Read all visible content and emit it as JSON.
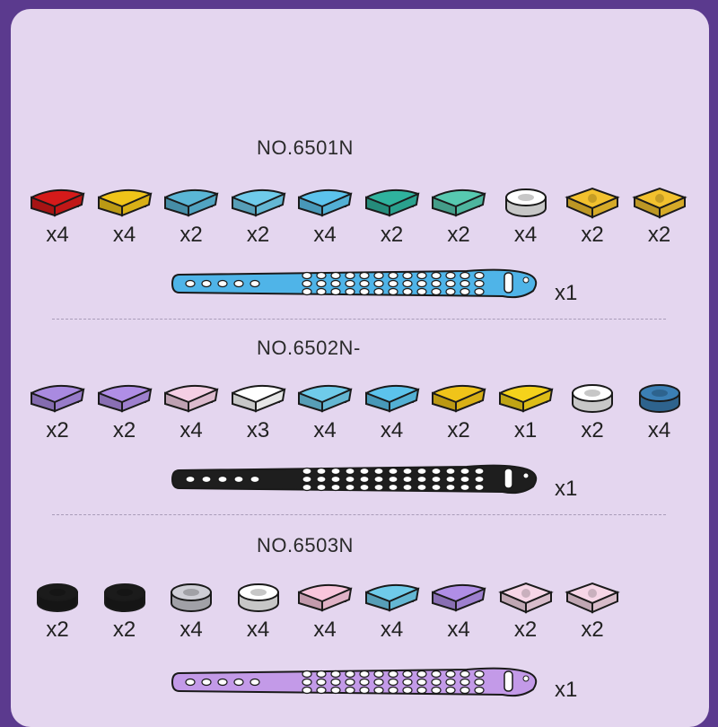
{
  "sets": [
    {
      "title": "NO.6501N",
      "strap_color": "#4fb4e8",
      "strap_qty": "x1",
      "items": [
        {
          "icon": "red-quarter-tile",
          "color": "#d51a1a",
          "shape": "quarter",
          "qty": "x4"
        },
        {
          "icon": "yellow-quarter-tile",
          "color": "#f0c419",
          "shape": "quarter",
          "qty": "x4"
        },
        {
          "icon": "blue-branch-tile",
          "color": "#5ab6d6",
          "shape": "quarter",
          "qty": "x2"
        },
        {
          "icon": "light-blue-branch-tile",
          "color": "#6fcbea",
          "shape": "quarter",
          "qty": "x2"
        },
        {
          "icon": "sky-blue-quarter-tile",
          "color": "#5cc3ec",
          "shape": "quarter",
          "qty": "x4"
        },
        {
          "icon": "teal-leaf-tile",
          "color": "#2fb39e",
          "shape": "quarter",
          "qty": "x2"
        },
        {
          "icon": "mint-leaf-tile",
          "color": "#57c9b0",
          "shape": "quarter",
          "qty": "x2"
        },
        {
          "icon": "paw-print-round-tile",
          "color": "#ffffff",
          "shape": "round",
          "qty": "x4"
        },
        {
          "icon": "cat-face-square-tile",
          "color": "#f2c12e",
          "shape": "square",
          "qty": "x2"
        },
        {
          "icon": "dog-face-square-tile",
          "color": "#f2c12e",
          "shape": "square",
          "qty": "x2"
        }
      ]
    },
    {
      "title": "NO.6502N-",
      "strap_color": "#1e1e1e",
      "strap_qty": "x1",
      "items": [
        {
          "icon": "purple-moon-tile",
          "color": "#a98ae0",
          "shape": "quarter",
          "qty": "x2"
        },
        {
          "icon": "purple-quarter-tile",
          "color": "#b08ee6",
          "shape": "quarter",
          "qty": "x2"
        },
        {
          "icon": "pink-quarter-tile",
          "color": "#f4cfe4",
          "shape": "quarter",
          "qty": "x4"
        },
        {
          "icon": "white-quarter-tile",
          "color": "#ffffff",
          "shape": "quarter",
          "qty": "x3"
        },
        {
          "icon": "blue-wave-tile",
          "color": "#6fcbea",
          "shape": "quarter",
          "qty": "x4"
        },
        {
          "icon": "blue-fish-tile",
          "color": "#5cc3ec",
          "shape": "quarter",
          "qty": "x4"
        },
        {
          "icon": "yellow-moon-tile",
          "color": "#f0c419",
          "shape": "quarter",
          "qty": "x2"
        },
        {
          "icon": "yellow-quarter-tile",
          "color": "#f5d21b",
          "shape": "quarter",
          "qty": "x1"
        },
        {
          "icon": "starfish-round-tile",
          "color": "#ffffff",
          "shape": "round",
          "qty": "x2"
        },
        {
          "icon": "blue-gem-round-tile",
          "color": "#3b7fb5",
          "shape": "round",
          "qty": "x4"
        }
      ]
    },
    {
      "title": "NO.6503N",
      "strap_color": "#c39ae8",
      "strap_qty": "x1",
      "items": [
        {
          "icon": "blue-drop-round-tile",
          "color": "#1b1b1b",
          "shape": "round",
          "qty": "x2"
        },
        {
          "icon": "lightning-round-tile",
          "color": "#1b1b1b",
          "shape": "round",
          "qty": "x2"
        },
        {
          "icon": "clear-round-tile",
          "color": "#cfcfd6",
          "shape": "round",
          "qty": "x4"
        },
        {
          "icon": "sun-round-tile",
          "color": "#ffffff",
          "shape": "round",
          "qty": "x4"
        },
        {
          "icon": "rainbow-tile",
          "color": "#f9c6dc",
          "shape": "quarter",
          "qty": "x4"
        },
        {
          "icon": "sky-blue-quarter-tile",
          "color": "#6fcbea",
          "shape": "quarter",
          "qty": "x4"
        },
        {
          "icon": "lavender-quarter-tile",
          "color": "#b08ee6",
          "shape": "quarter",
          "qty": "x4"
        },
        {
          "icon": "pink-bunny-square-tile",
          "color": "#f6d6e6",
          "shape": "square",
          "qty": "x2"
        },
        {
          "icon": "pink-bear-square-tile",
          "color": "#f6d6e6",
          "shape": "square",
          "qty": "x2"
        }
      ]
    }
  ]
}
